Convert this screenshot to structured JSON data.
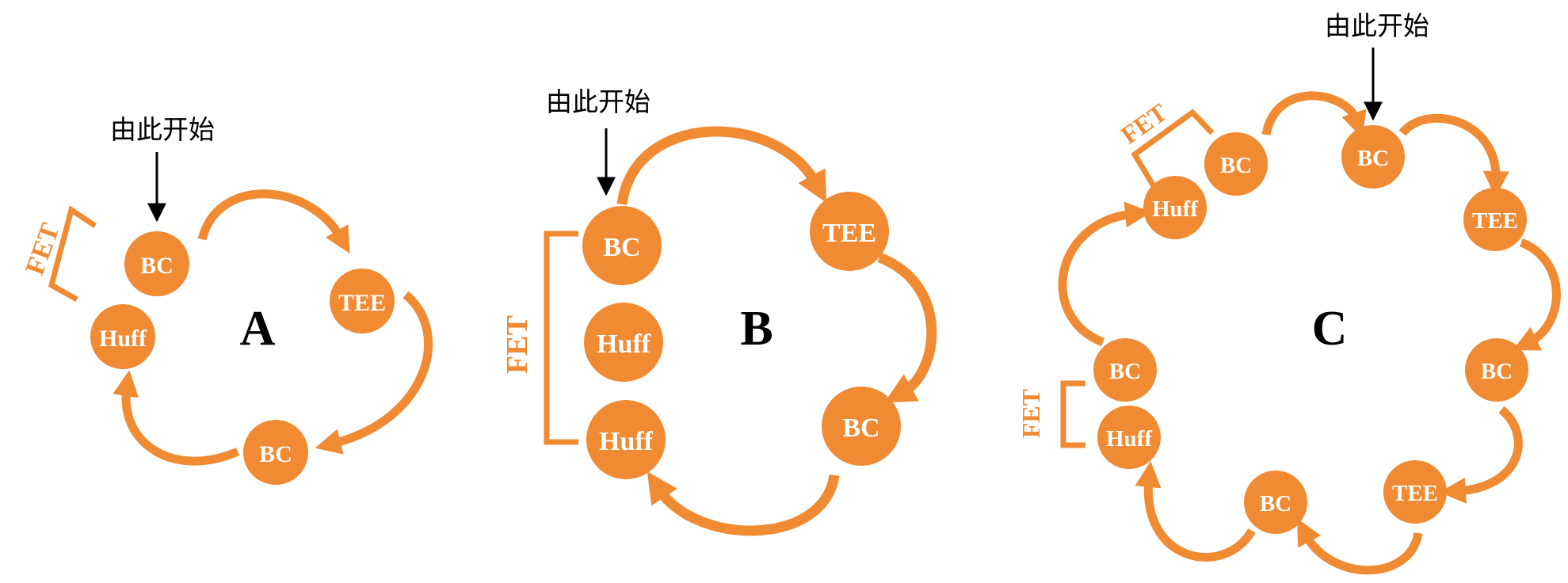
{
  "colors": {
    "accent": "#f08a33",
    "text": "#000000",
    "node_text": "#ffffff"
  },
  "start_marker": "由此开始",
  "fet_label": "FET",
  "panels": [
    {
      "id": "A",
      "label": "A",
      "nodes": [
        "BC",
        "Huff",
        "BC",
        "TEE"
      ]
    },
    {
      "id": "B",
      "label": "B",
      "nodes": [
        "BC",
        "Huff",
        "Huff",
        "BC",
        "TEE"
      ]
    },
    {
      "id": "C",
      "label": "C",
      "nodes": [
        "BC",
        "Huff",
        "BC",
        "Huff",
        "BC",
        "TEE",
        "BC",
        "TEE",
        "BC"
      ]
    }
  ]
}
